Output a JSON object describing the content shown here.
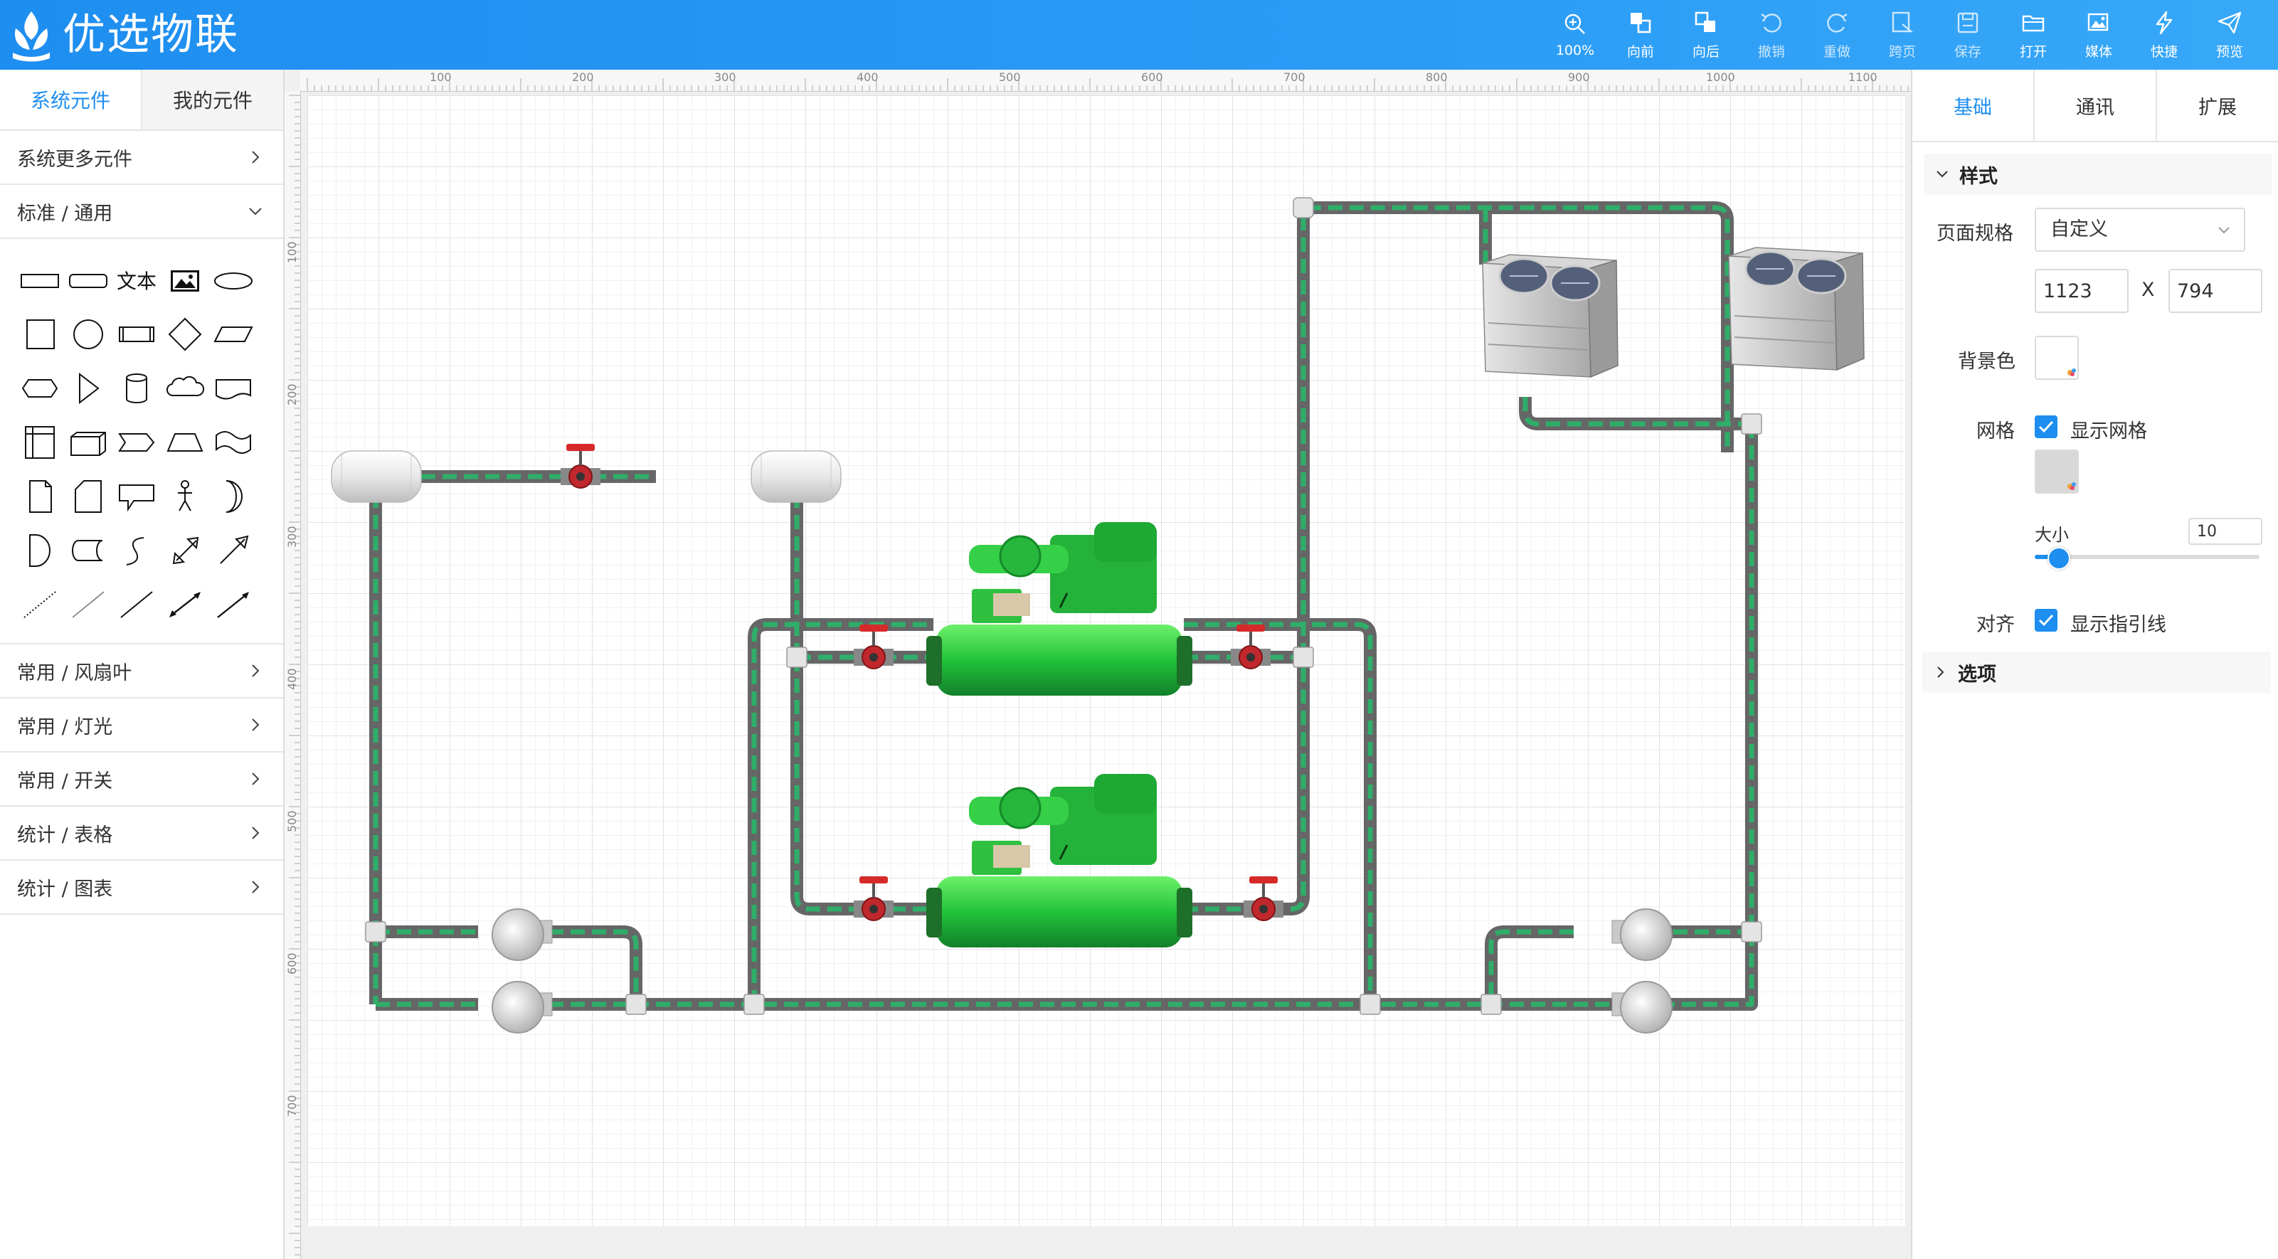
{
  "app": {
    "title": "优选物联"
  },
  "toolbar": {
    "zoom": "100%",
    "forward": "向前",
    "backward": "向后",
    "undo": "撤销",
    "redo": "重做",
    "cross_page": "跨页",
    "save": "保存",
    "open": "打开",
    "media": "媒体",
    "quick": "快捷",
    "preview": "预览"
  },
  "left_panel": {
    "tabs": [
      "系统元件",
      "我的元件"
    ],
    "more": "系统更多元件",
    "standard_group": "标准 / 通用",
    "shape_text": "文本",
    "groups": [
      "常用 / 风扇叶",
      "常用 / 灯光",
      "常用 / 开关",
      "统计 / 表格",
      "统计 / 图表"
    ]
  },
  "ruler": {
    "top": [
      "100",
      "200",
      "300",
      "400",
      "500",
      "600",
      "700",
      "800",
      "900",
      "1000",
      "1100"
    ],
    "left": [
      "100",
      "200",
      "300",
      "400",
      "500",
      "600",
      "700"
    ]
  },
  "right_panel": {
    "tabs": [
      "基础",
      "通讯",
      "扩展"
    ],
    "style_section": "样式",
    "page_size_label": "页面规格",
    "page_size_value": "自定义",
    "width": "1123",
    "x_sep": "X",
    "height": "794",
    "bg_label": "背景色",
    "grid_label": "网格",
    "show_grid": "显示网格",
    "size_label": "大小",
    "size_value": "10",
    "size_fraction": 0.1,
    "align_label": "对齐",
    "show_guides": "显示指引线",
    "options_section": "选项"
  },
  "colors": {
    "primary": "#1e8ef0",
    "pipe_outer": "#666666",
    "pipe_dash": "#2fae6a",
    "chiller": "#22c43a"
  },
  "icons": {
    "zoom": "zoom-in-icon",
    "forward": "bring-forward-icon",
    "backward": "send-backward-icon",
    "undo": "undo-icon",
    "redo": "redo-icon",
    "cross_page": "cross-page-icon",
    "save": "save-icon",
    "open": "folder-open-icon",
    "media": "image-icon",
    "quick": "lightning-icon",
    "preview": "send-icon"
  }
}
